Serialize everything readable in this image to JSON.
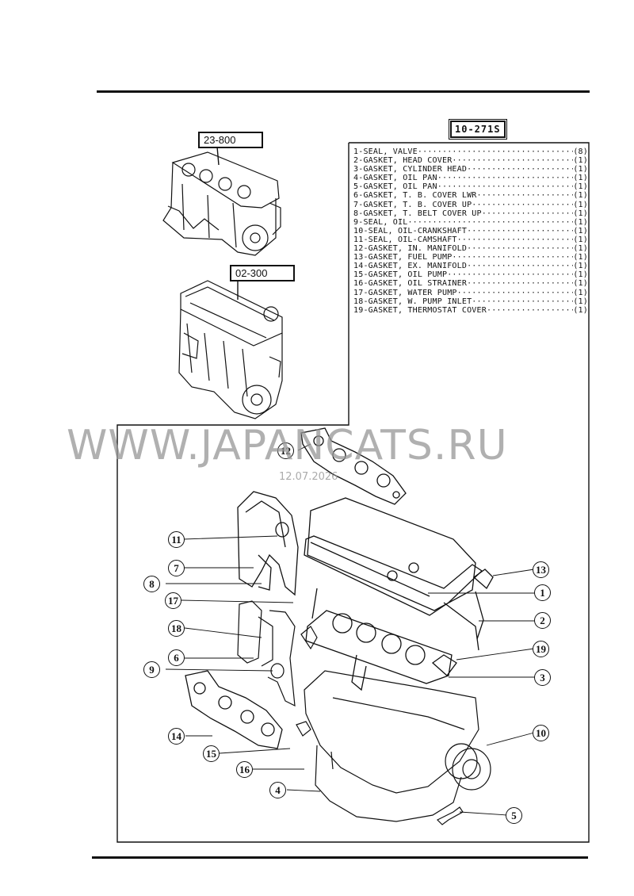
{
  "header_ref": "10-271S",
  "sub_refs": {
    "block": "23-800",
    "head": "02-300"
  },
  "parts": [
    {
      "name": "1-SEAL, VALVE",
      "qty": "(8)"
    },
    {
      "name": "2-GASKET, HEAD COVER",
      "qty": "(1)"
    },
    {
      "name": "3-GASKET, CYLINDER HEAD",
      "qty": "(1)"
    },
    {
      "name": "4-GASKET, OIL PAN",
      "qty": "(1)"
    },
    {
      "name": "5-GASKET, OIL PAN",
      "qty": "(1)"
    },
    {
      "name": "6-GASKET, T. B. COVER LWR",
      "qty": "(1)"
    },
    {
      "name": "7-GASKET, T. B. COVER UP",
      "qty": "(1)"
    },
    {
      "name": "8-GASKET, T. BELT COVER UP",
      "qty": "(1)"
    },
    {
      "name": "9-SEAL, OIL",
      "qty": "(1)"
    },
    {
      "name": "10-SEAL, OIL-CRANKSHAFT",
      "qty": "(1)"
    },
    {
      "name": "11-SEAL, OIL-CAMSHAFT",
      "qty": "(1)"
    },
    {
      "name": "12-GASKET, IN. MANIFOLD",
      "qty": "(1)"
    },
    {
      "name": "13-GASKET, FUEL PUMP",
      "qty": "(1)"
    },
    {
      "name": "14-GASKET, EX. MANIFOLD",
      "qty": "(1)"
    },
    {
      "name": "15-GASKET, OIL PUMP",
      "qty": "(1)"
    },
    {
      "name": "16-GASKET, OIL STRAINER",
      "qty": "(1)"
    },
    {
      "name": "17-GASKET, WATER PUMP",
      "qty": "(1)"
    },
    {
      "name": "18-GASKET, W. PUMP INLET",
      "qty": "(1)"
    },
    {
      "name": "19-GASKET, THERMOSTAT COVER",
      "qty": "(1)"
    }
  ],
  "callouts": [
    "1",
    "2",
    "3",
    "4",
    "5",
    "6",
    "7",
    "8",
    "9",
    "10",
    "11",
    "12",
    "13",
    "14",
    "15",
    "16",
    "17",
    "18",
    "19"
  ],
  "watermark": {
    "text": "WWW.JAPANCATS.RU",
    "date": "12.07.2026"
  }
}
